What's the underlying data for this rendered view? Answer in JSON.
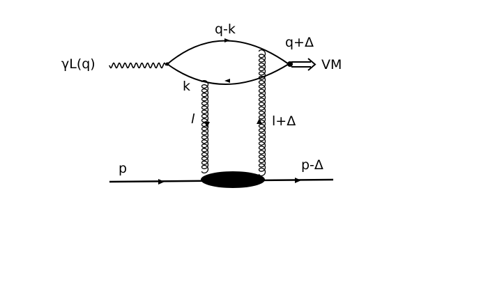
{
  "diagram": {
    "labels": {
      "photon": "γL(q)",
      "quark_top": "q-k",
      "meson_momentum": "q+Δ",
      "meson": "VM",
      "quark_bottom": "k",
      "gluon_left": "l",
      "gluon_right": "l+Δ",
      "proton_in": "p",
      "proton_out": "p-Δ"
    },
    "colors": {
      "line": "#000000",
      "background": "#ffffff"
    }
  }
}
